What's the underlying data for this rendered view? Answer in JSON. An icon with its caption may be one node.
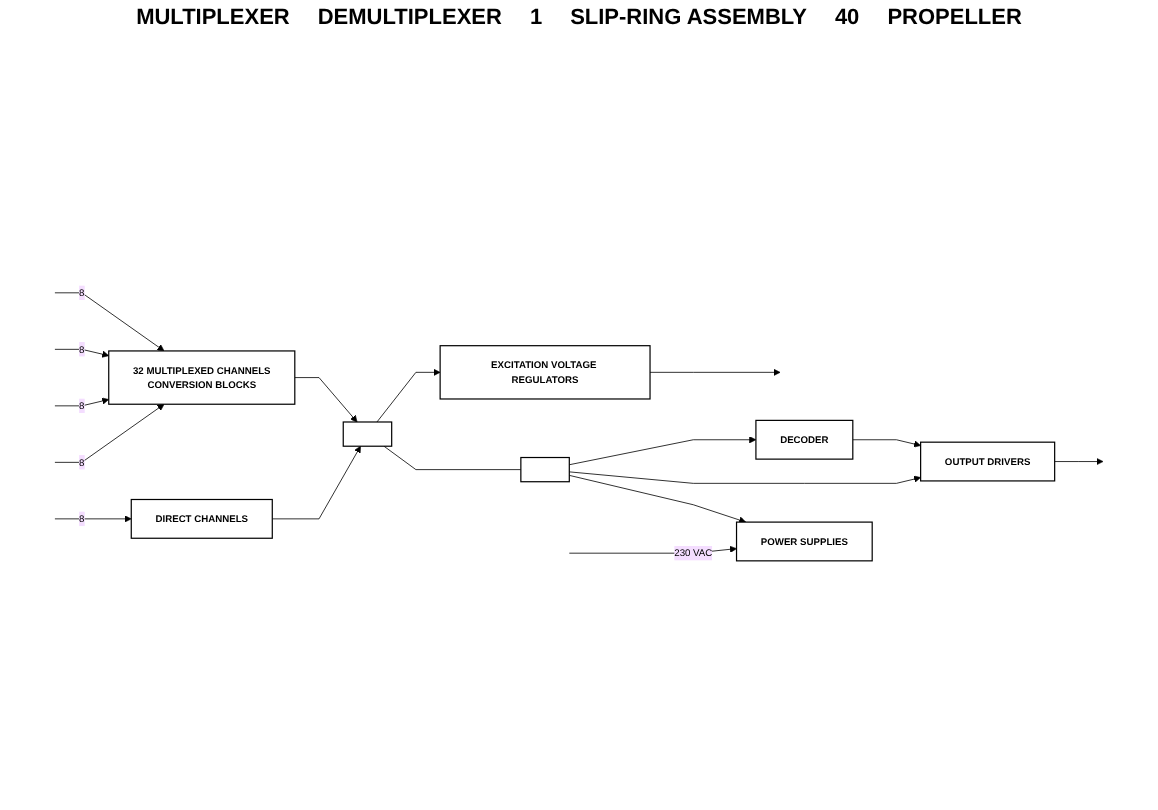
{
  "diagram": {
    "nodes": [
      {
        "text": [
          "32 MULTIPLEXED CHANNELS",
          "CONVERSION BLOCKS"
        ]
      },
      {
        "text": [
          "DIRECT CHANNELS"
        ]
      },
      {
        "text": [
          "EXCITATION VOLTAGE REGULATORS"
        ]
      },
      {
        "text": [],
        "shape": "box"
      },
      {
        "text": [],
        "shape": "box"
      },
      {
        "text": [
          "DECODER"
        ]
      },
      {
        "text": [
          "OUTPUT DRIVERS"
        ]
      },
      {
        "text": [
          "POWER SUPPLIES"
        ]
      }
    ],
    "edges": [
      {
        "from": null,
        "to": 0,
        "arrow": "to",
        "label": "8"
      },
      {
        "from": null,
        "to": 0,
        "arrow": "to",
        "label": "8"
      },
      {
        "from": null,
        "to": 0,
        "arrow": "to",
        "label": "8"
      },
      {
        "from": null,
        "to": 0,
        "arrow": "to",
        "label": "8"
      },
      {
        "from": null,
        "to": 1,
        "arrow": "to",
        "label": "8"
      },
      {
        "from": 0,
        "to": 3,
        "arrow": "to"
      },
      {
        "from": 1,
        "to": 3,
        "arrow": "to"
      },
      {
        "from": 3,
        "to": 2,
        "arrow": "to"
      },
      {
        "from": 2,
        "to": null,
        "arrow": "to"
      },
      {
        "from": 3,
        "to": 4,
        "arrow": "none"
      },
      {
        "from": 4,
        "to": 5,
        "arrow": "to"
      },
      {
        "from": 4,
        "to": 6,
        "arrow": "to"
      },
      {
        "from": 4,
        "to": 7,
        "arrow": "to"
      },
      {
        "from": 5,
        "to": 6,
        "arrow": "to"
      },
      {
        "from": 6,
        "to": null,
        "arrow": "to"
      },
      {
        "from": null,
        "to": 7,
        "arrow": "to",
        "label": "230 VAC"
      }
    ],
    "labels": [
      "MULTIPLEXER",
      "DEMULTIPLEXER",
      "1",
      "SLIP-RING ASSEMBLY",
      "40",
      "PROPELLER"
    ]
  }
}
